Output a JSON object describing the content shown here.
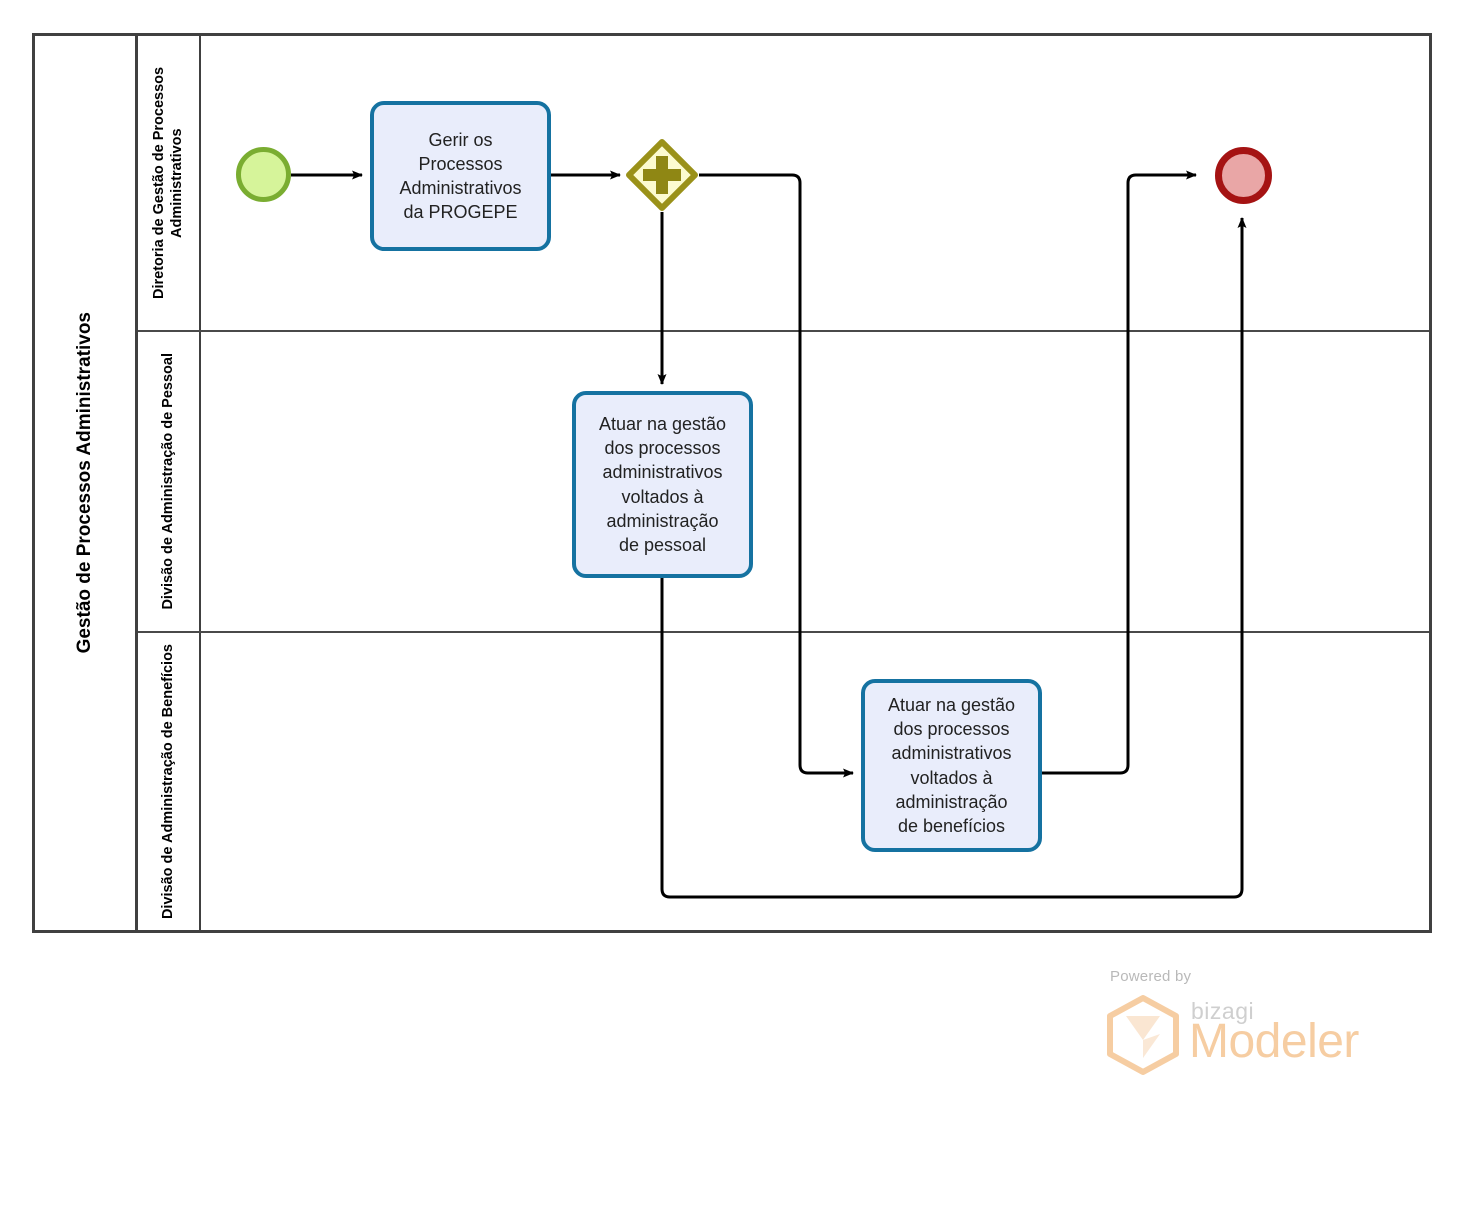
{
  "diagram": {
    "type": "bpmn-process",
    "pool": {
      "name": "Gestão de Processos Administrativos"
    },
    "lanes": [
      {
        "id": "lane-diretoria",
        "name": "Diretoria de Gestão de Processos Administrativos"
      },
      {
        "id": "lane-pessoal",
        "name": "Divisão de Administração de Pessoal"
      },
      {
        "id": "lane-beneficios",
        "name": "Divisão de Administração de Benefícios"
      }
    ],
    "nodes": [
      {
        "id": "start",
        "type": "start-event",
        "lane": "lane-diretoria",
        "label": ""
      },
      {
        "id": "task1",
        "type": "task",
        "lane": "lane-diretoria",
        "label": "Gerir os\nProcessos\nAdministrativos\nda PROGEPE"
      },
      {
        "id": "gateway",
        "type": "parallel-gateway",
        "lane": "lane-diretoria",
        "label": ""
      },
      {
        "id": "task2",
        "type": "task",
        "lane": "lane-pessoal",
        "label": "Atuar na gestão\ndos processos\nadministrativos\nvoltados à\nadministração\nde pessoal"
      },
      {
        "id": "task3",
        "type": "task",
        "lane": "lane-beneficios",
        "label": "Atuar na gestão\ndos processos\nadministrativos\nvoltados à\nadministração\nde benefícios"
      },
      {
        "id": "end",
        "type": "end-event",
        "lane": "lane-diretoria",
        "label": ""
      }
    ],
    "flows": [
      {
        "from": "start",
        "to": "task1"
      },
      {
        "from": "task1",
        "to": "gateway"
      },
      {
        "from": "gateway",
        "to": "task2"
      },
      {
        "from": "gateway",
        "to": "task3"
      },
      {
        "from": "task2",
        "to": "end"
      },
      {
        "from": "task3",
        "to": "end"
      }
    ],
    "colors": {
      "pool_border": "#404040",
      "task_border": "#1572a1",
      "task_fill": "#e9edfb",
      "start_border": "#7aad31",
      "start_fill": "#d6f49a",
      "end_border": "#a51313",
      "end_fill": "#e9a6a6",
      "gateway_border": "#9a9119",
      "gateway_fill": "#fcfbcf",
      "gateway_symbol": "#8f8714",
      "flow_line": "#000000"
    }
  },
  "footer": {
    "powered_by": "Powered by",
    "brand": "bizagi",
    "product": "Modeler",
    "brand_color": "#f6cda2"
  }
}
